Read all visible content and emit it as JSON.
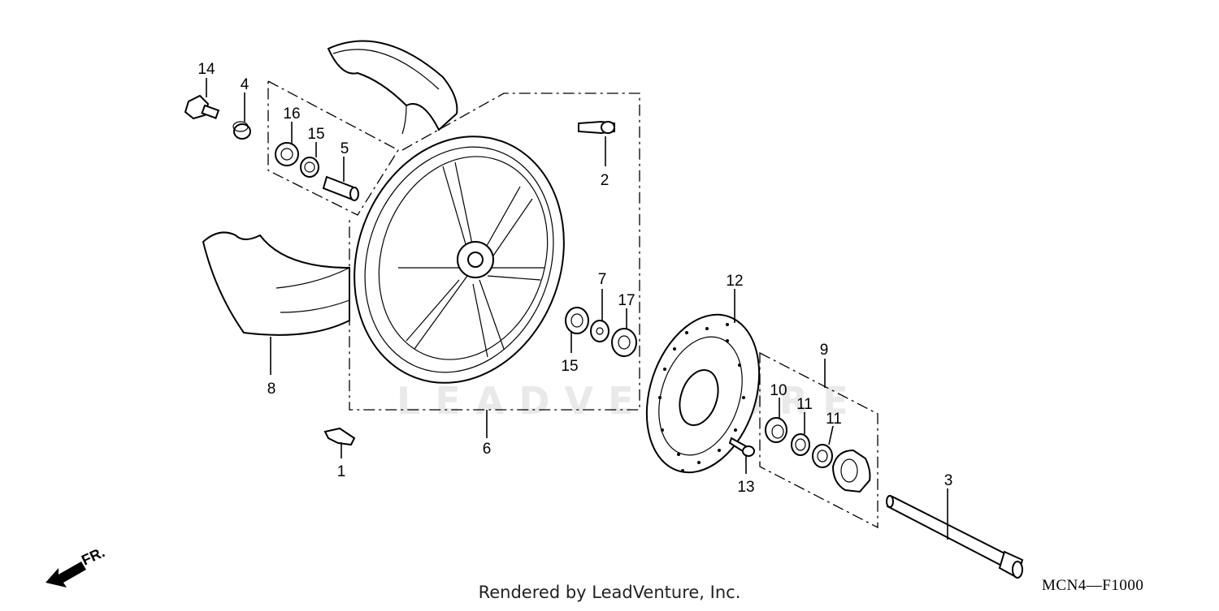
{
  "diagram": {
    "code": "MCN4—F1000",
    "credit": "Rendered by LeadVenture, Inc.",
    "direction_label": "FR.",
    "parts": [
      {
        "num": "1"
      },
      {
        "num": "2"
      },
      {
        "num": "3"
      },
      {
        "num": "4"
      },
      {
        "num": "5"
      },
      {
        "num": "6"
      },
      {
        "num": "7"
      },
      {
        "num": "8"
      },
      {
        "num": "9"
      },
      {
        "num": "10"
      },
      {
        "num": "11"
      },
      {
        "num": "11"
      },
      {
        "num": "12"
      },
      {
        "num": "13"
      },
      {
        "num": "14"
      },
      {
        "num": "15"
      },
      {
        "num": "15"
      },
      {
        "num": "16"
      },
      {
        "num": "17"
      }
    ]
  }
}
